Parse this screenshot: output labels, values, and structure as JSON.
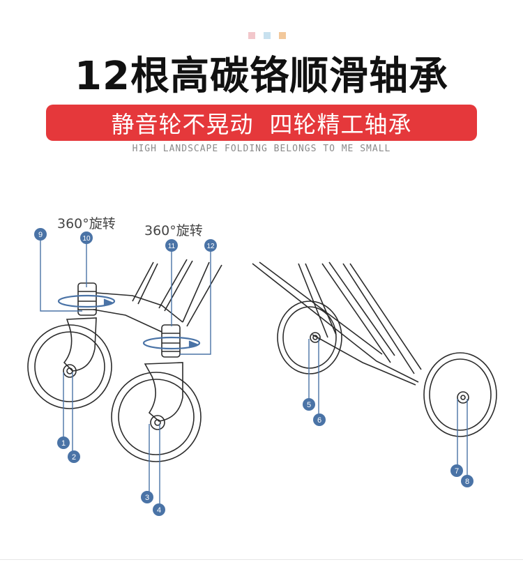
{
  "colors": {
    "accent_red": "#e5383b",
    "badge_blue": "#4a73a6",
    "dot_pink": "#f2c7cb",
    "dot_blue": "#c8e1ef",
    "dot_orange": "#f2c89b",
    "line": "#2b2b2b"
  },
  "header": {
    "title": "12根高碳铬顺滑轴承",
    "banner": "静音轮不晃动  四轮精工轴承",
    "subtitle": "HIGH LANDSCAPE FOLDING BELONGS TO ME SMALL"
  },
  "rotation_labels": [
    "360°旋转",
    "360°旋转"
  ],
  "badges": [
    "1",
    "2",
    "3",
    "4",
    "5",
    "6",
    "7",
    "8",
    "9",
    "10",
    "11",
    "12"
  ]
}
